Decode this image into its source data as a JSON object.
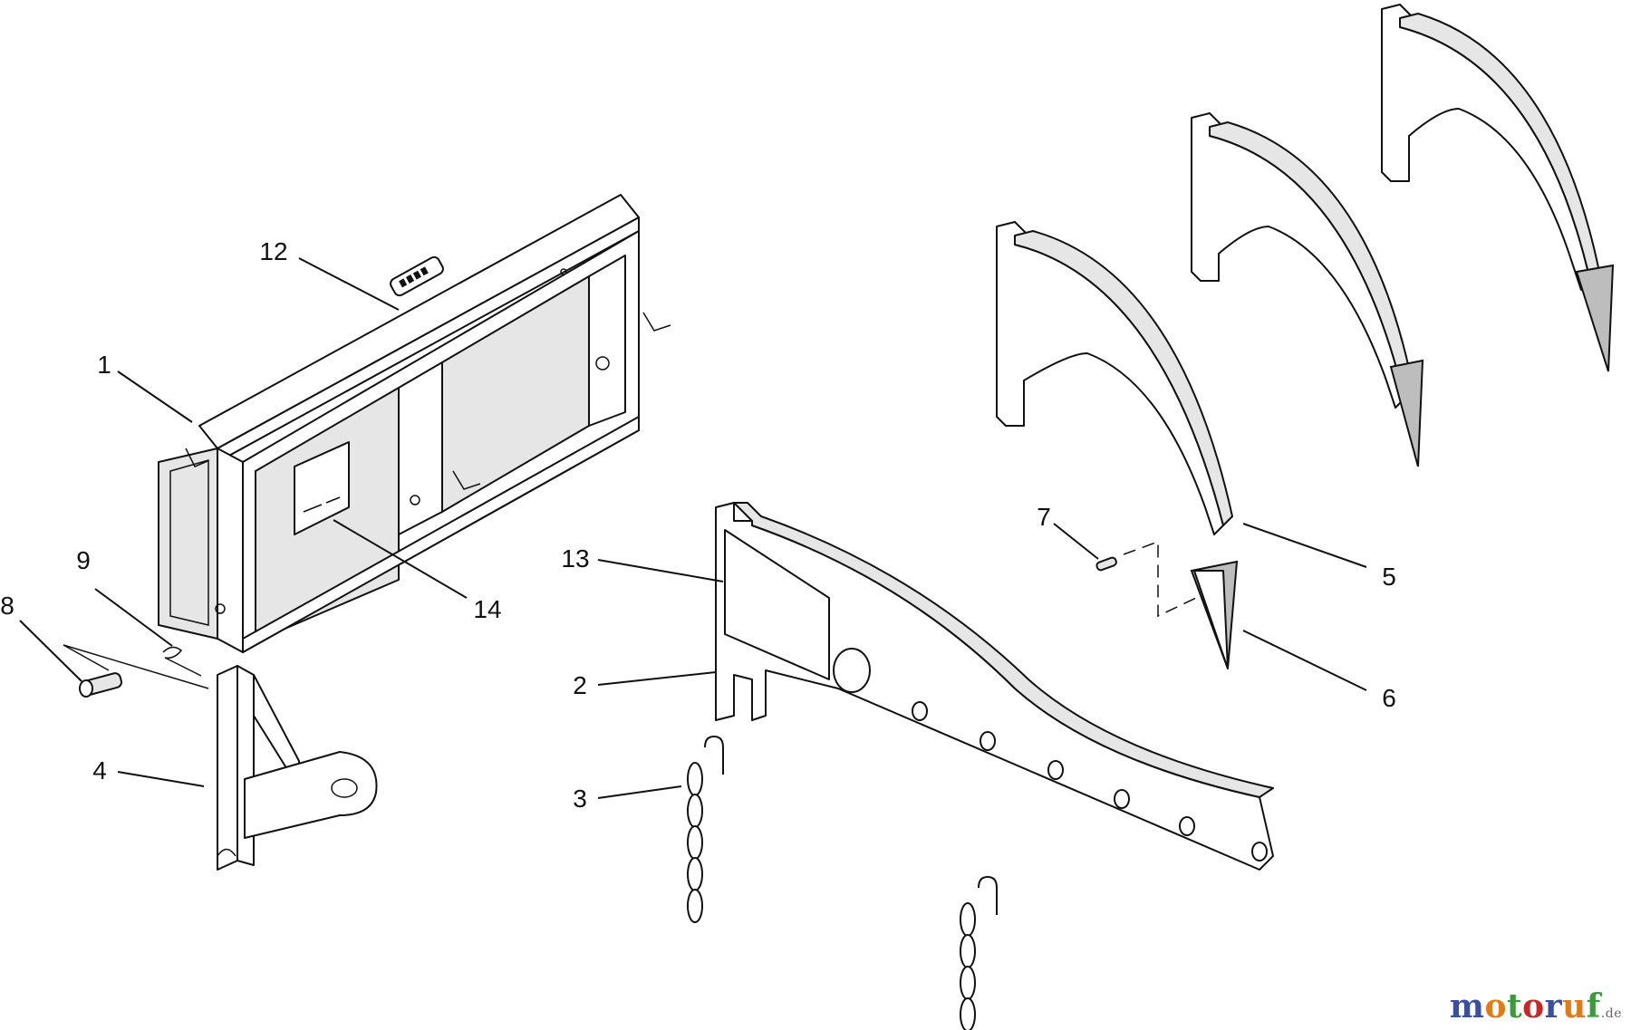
{
  "callouts": {
    "c1": "1",
    "c2": "2",
    "c3": "3",
    "c4": "4",
    "c5": "5",
    "c6": "6",
    "c7": "7",
    "c8": "8",
    "c9": "9",
    "c12": "12",
    "c13": "13",
    "c14": "14"
  },
  "watermark": {
    "letters": [
      "m",
      "o",
      "t",
      "o",
      "r",
      "u",
      "f"
    ],
    "colors": [
      "#3b4fa0",
      "#e07b17",
      "#3b9a3b",
      "#c62828",
      "#3b4fa0",
      "#e07b17",
      "#3b9a3b"
    ],
    "tld": ".de"
  }
}
